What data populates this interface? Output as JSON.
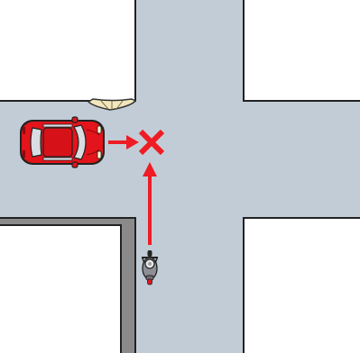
{
  "scene": {
    "type": "traffic-intersection-diagram",
    "colors": {
      "background": "#ffffff",
      "road": "#c2ccd6",
      "road_edge": "#222222",
      "curb": "#888888",
      "arrow": "#ee1c25",
      "collision_mark": "#ee1c25",
      "car_body": "#e3141b",
      "car_glass": "#d9dde2",
      "rider": "#8e8e96"
    },
    "elements": {
      "car": {
        "icon": "car-top-view-icon",
        "direction": "right"
      },
      "motorcycle": {
        "icon": "motorcycle-rider-top-view-icon",
        "direction": "up"
      },
      "car_path": {
        "icon": "arrow-right-icon"
      },
      "motorcycle_path": {
        "icon": "arrow-up-icon"
      },
      "collision_point": {
        "icon": "x-mark-icon"
      },
      "sidewalk_ramp": {
        "icon": "curb-ramp-icon"
      },
      "building_corner": {
        "icon": "building-corner-outline"
      }
    }
  }
}
